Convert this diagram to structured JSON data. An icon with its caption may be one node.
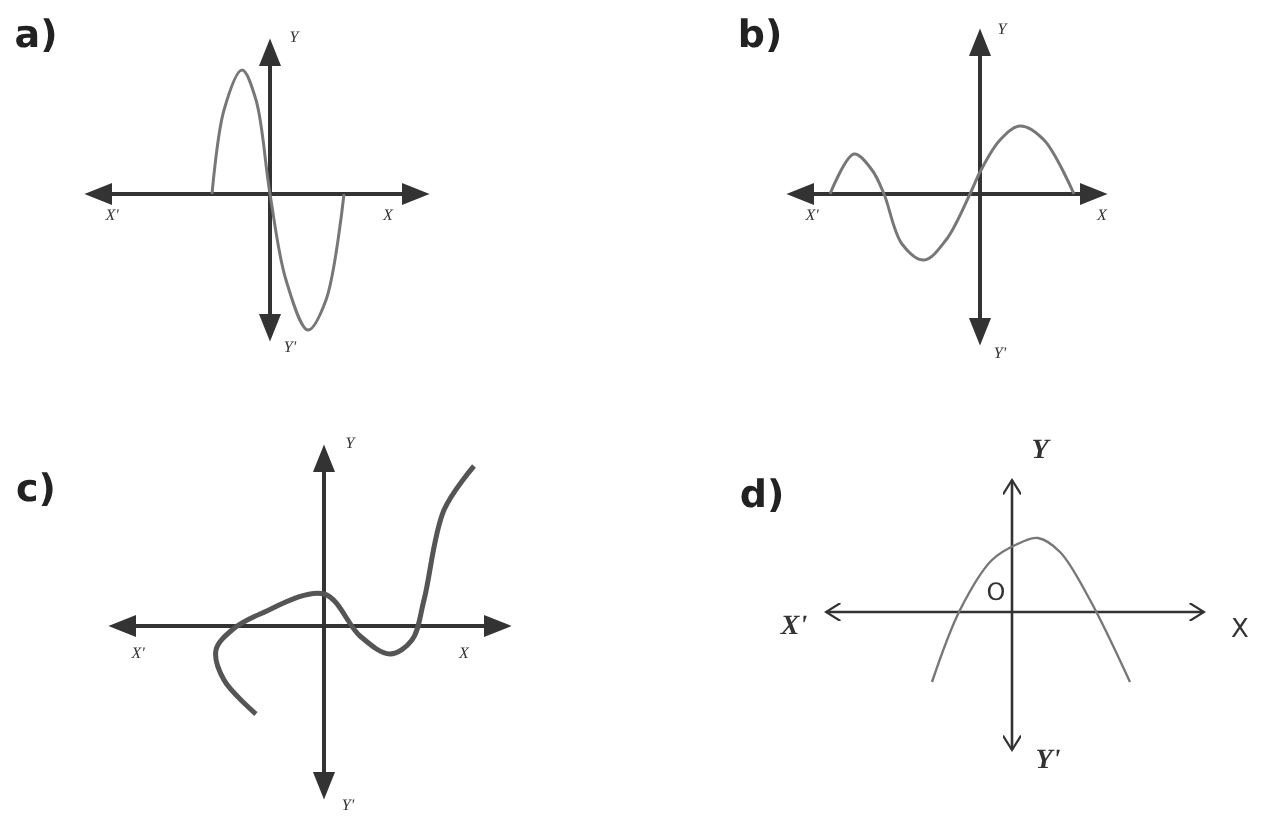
{
  "diagram": {
    "labels": [
      "a)",
      "Y",
      "X'",
      "X",
      "Y'",
      "b)",
      "Y",
      "X'",
      "X",
      "Y'",
      "c)",
      "Y",
      "X'",
      "X",
      "Y'",
      "d)",
      "Y",
      "O",
      "X'",
      "X",
      "Y'"
    ]
  }
}
